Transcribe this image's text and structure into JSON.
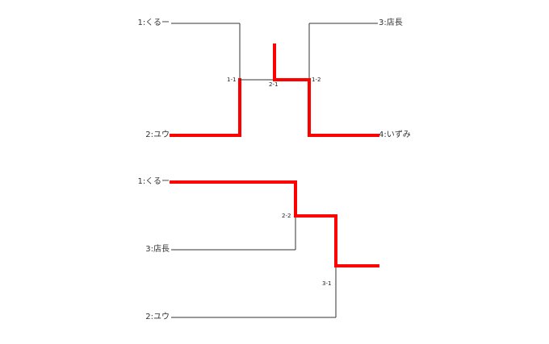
{
  "bracket1": {
    "players": {
      "p1": "1:くるー",
      "p2": "2:ユウ",
      "p3": "3:店長",
      "p4": "4:いずみ"
    },
    "scores": {
      "left_match": "1-1",
      "final": "2-1",
      "right_match": "1-2"
    },
    "colors": {
      "win": "#ff0000",
      "line": "#333333"
    }
  },
  "bracket2": {
    "players": {
      "p1": "1:くるー",
      "p3": "3:店長",
      "p2": "2:ユウ"
    },
    "scores": {
      "semi": "2-2",
      "final": "3-1"
    },
    "colors": {
      "win": "#ff0000",
      "line": "#333333"
    }
  }
}
